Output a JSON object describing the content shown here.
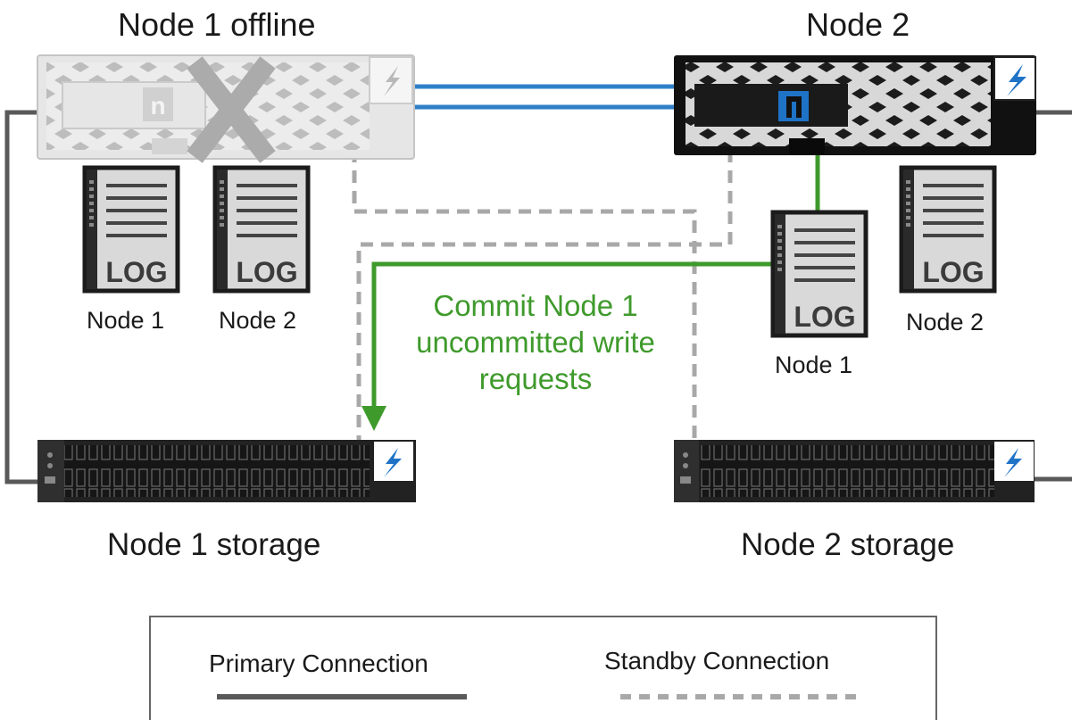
{
  "nodes": {
    "node1_title": "Node 1 offline",
    "node2_title": "Node 2"
  },
  "logs": {
    "left_node1": "Node 1",
    "left_node2": "Node 2",
    "right_node1": "Node 1",
    "right_node2": "Node 2",
    "badge": "LOG"
  },
  "storage": {
    "node1": "Node 1 storage",
    "node2": "Node 2 storage"
  },
  "message": "Commit Node 1 uncommitted write requests",
  "legend": {
    "primary": "Primary Connection",
    "standby": "Standby Connection"
  },
  "icons": {
    "power": "lightning-bolt-icon",
    "offline": "x-mark-icon",
    "vendor": "netapp-logo"
  },
  "colors": {
    "primary_line": "#595959",
    "standby_line": "#a8a8a8",
    "interconnect": "#2f7fc8",
    "commit_path": "#3f9a2c",
    "bolt": "#1f73c6"
  }
}
